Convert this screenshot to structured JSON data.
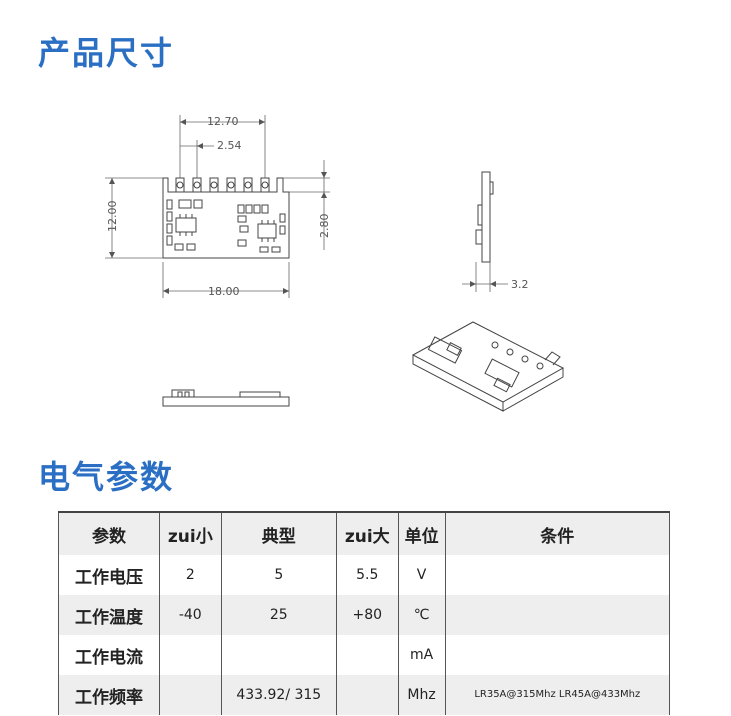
{
  "section1": {
    "title": "产品尺寸"
  },
  "section2": {
    "title": "电气参数"
  },
  "drawing": {
    "dim_pin_span": "12.70",
    "dim_pin_pitch": "2.54",
    "dim_height": "12.00",
    "dim_width": "18.00",
    "dim_tab": "2.80",
    "dim_thickness": "3.2"
  },
  "table": {
    "headers": [
      "参数",
      "zui小",
      "典型",
      "zui大",
      "单位",
      "条件"
    ],
    "rows": [
      {
        "param": "工作电压",
        "min": "2",
        "typ": "5",
        "max": "5.5",
        "unit": "V",
        "cond": ""
      },
      {
        "param": "工作温度",
        "min": "-40",
        "typ": "25",
        "max": "+80",
        "unit": "℃",
        "cond": ""
      },
      {
        "param": "工作电流",
        "min": "",
        "typ": "",
        "max": "",
        "unit": "mA",
        "cond": ""
      },
      {
        "param": "工作频率",
        "min": "",
        "typ": "433.92/ 315",
        "max": "",
        "unit": "Mhz",
        "cond": "LR35A@315Mhz LR45A@433Mhz"
      }
    ]
  }
}
